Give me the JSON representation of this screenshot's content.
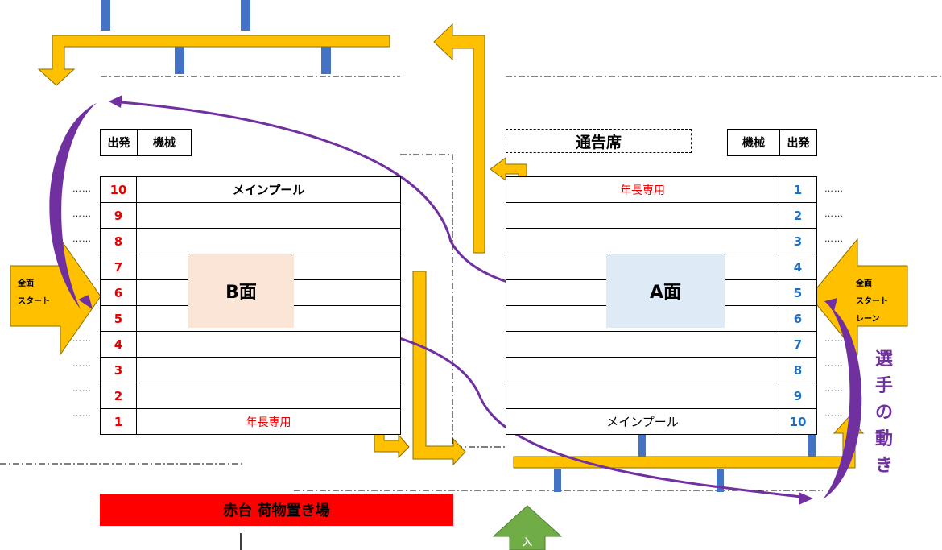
{
  "b_side": {
    "header_start": "出発",
    "header_machine": "機械",
    "lanes": [
      "10",
      "9",
      "8",
      "7",
      "6",
      "5",
      "4",
      "3",
      "2",
      "1"
    ],
    "top_label": "メインプール",
    "bottom_label": "年長専用",
    "face_label": "B面"
  },
  "a_side": {
    "header_machine": "機械",
    "header_start": "出発",
    "lanes": [
      "1",
      "2",
      "3",
      "4",
      "5",
      "6",
      "7",
      "8",
      "9",
      "10"
    ],
    "top_label": "年長専用",
    "bottom_label": "メインプール",
    "face_label": "A面"
  },
  "announcer": "通告席",
  "left_start": [
    "全面",
    "スタート"
  ],
  "right_start": [
    "全面",
    "スタート",
    "レーン"
  ],
  "swimmer_motion": [
    "選",
    "手",
    "の",
    "動",
    "き"
  ],
  "baggage": "赤台 荷物置き場",
  "entrance": "入",
  "dots": "……",
  "colors": {
    "arrow": "#ffc000",
    "arrow_stroke": "#8a6d00",
    "purple": "#7030a0",
    "post": "#4472c4",
    "b_face": "#fbe5d6",
    "a_face": "#deebf7",
    "baggage": "#ff0000",
    "entrance": "#70ad47"
  }
}
